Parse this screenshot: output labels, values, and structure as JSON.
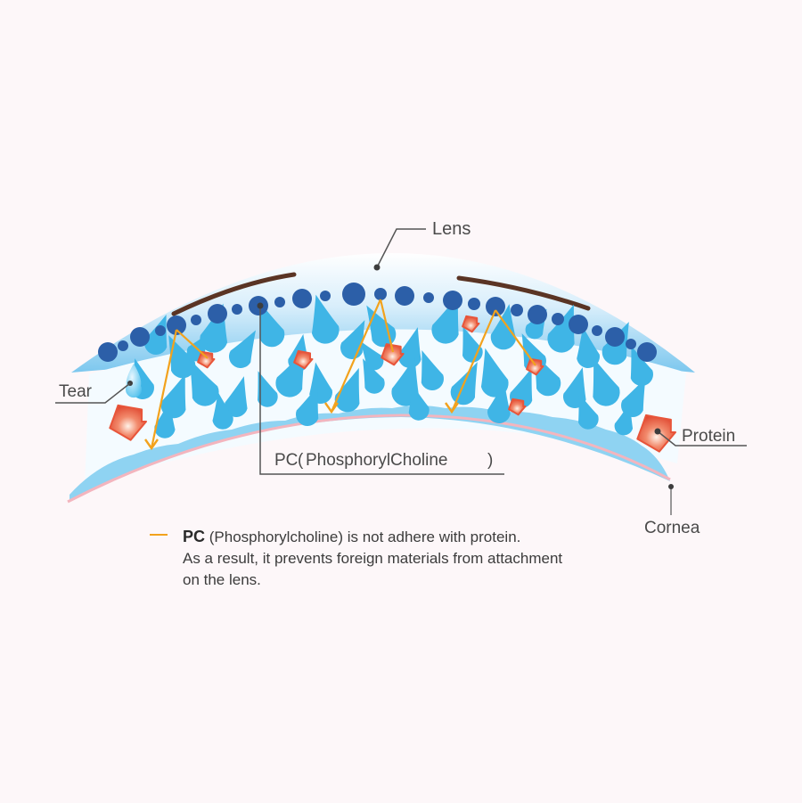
{
  "labels": {
    "lens": "Lens",
    "tear": "Tear",
    "protein": "Protein",
    "cornea": "Cornea",
    "pc_open": "PC",
    "pc_inner": "PhosphorylCholine"
  },
  "caption": {
    "strong": "PC",
    "line1": " (Phosphorylcholine) is not adhere with protein.",
    "line2": "As a result, it prevents foreign materials from attachment",
    "line3": "on the lens."
  },
  "colors": {
    "background": "#fdf7f9",
    "lens_light": "#d8eefb",
    "lens_blue": "#7cc7ee",
    "drop": "#3fb5e6",
    "pc_molecule": "#2c5fa8",
    "arrow": "#f2a21d",
    "protein": "#e8553a",
    "eyelid": "#5a3424",
    "cornea_line": "#f3b5be"
  }
}
